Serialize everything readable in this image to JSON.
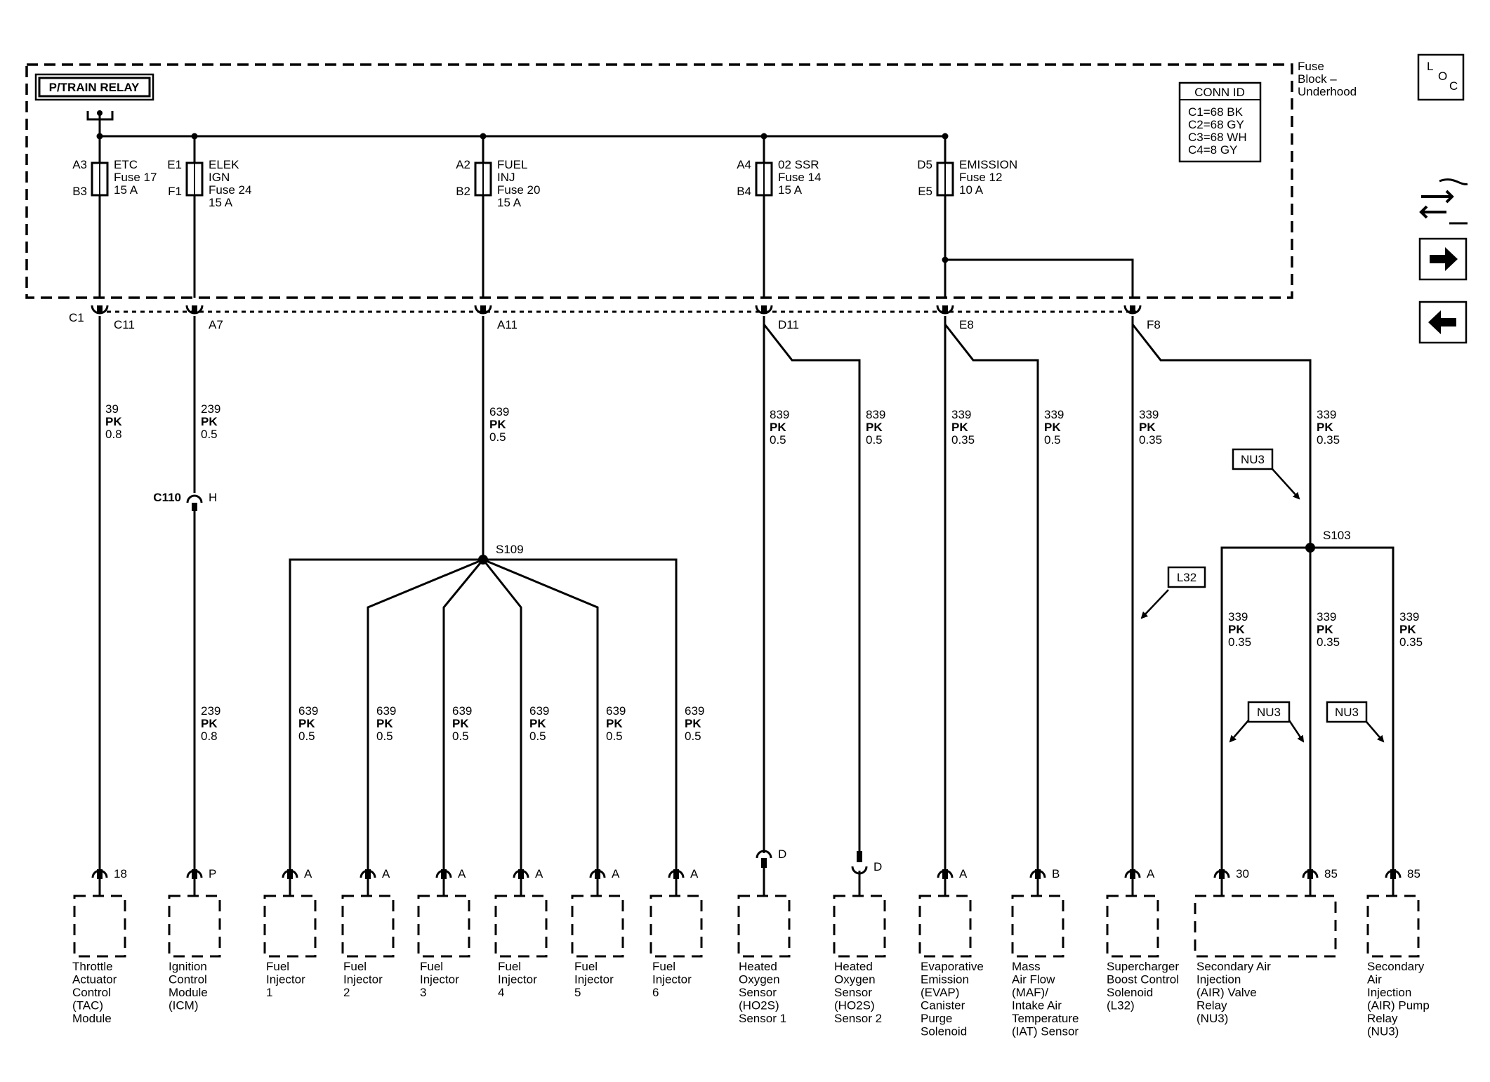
{
  "relay": {
    "label": "P/TRAIN RELAY"
  },
  "fuse_block": {
    "line1": "Fuse",
    "line2": "Block –",
    "line3": "Underhood"
  },
  "conn_id": {
    "title": "CONN ID",
    "rows": [
      "C1=68 BK",
      "C2=68 GY",
      "C3=68 WH",
      "C4=8 GY"
    ]
  },
  "loc_icon": {
    "letters": [
      "L",
      "O",
      "C"
    ]
  },
  "nav": {
    "icons": [
      "connector-swap-icon",
      "arrow-right-icon",
      "arrow-left-icon"
    ]
  },
  "fuses": [
    {
      "pin_top": "A3",
      "pin_bot": "B3",
      "name1": "ETC",
      "name2": "Fuse 17",
      "name3": "15 A"
    },
    {
      "pin_top": "E1",
      "pin_bot": "F1",
      "name1": "ELEK",
      "name2": "IGN",
      "name3": "Fuse 24",
      "name4": "15 A"
    },
    {
      "pin_top": "A2",
      "pin_bot": "B2",
      "name1": "FUEL",
      "name2": "INJ",
      "name3": "Fuse 20",
      "name4": "15 A"
    },
    {
      "pin_top": "A4",
      "pin_bot": "B4",
      "name1": "02 SSR",
      "name2": "Fuse 14",
      "name3": "15 A"
    },
    {
      "pin_top": "D5",
      "pin_bot": "E5",
      "name1": "EMISSION",
      "name2": "Fuse 12",
      "name3": "10 A"
    }
  ],
  "c1_label": "C1",
  "c1_pins": [
    "C11",
    "A7",
    "A11",
    "D11",
    "E8",
    "F8"
  ],
  "wires_top": [
    [
      "39",
      "PK",
      "0.8"
    ],
    [
      "239",
      "PK",
      "0.5"
    ],
    [
      "639",
      "PK",
      "0.5"
    ],
    [
      "839",
      "PK",
      "0.5"
    ],
    [
      "839",
      "PK",
      "0.5"
    ],
    [
      "339",
      "PK",
      "0.35"
    ],
    [
      "339",
      "PK",
      "0.5"
    ],
    [
      "339",
      "PK",
      "0.35"
    ],
    [
      "339",
      "PK",
      "0.35"
    ]
  ],
  "c110": {
    "name": "C110",
    "pin": "H"
  },
  "wire_icm": [
    "239",
    "PK",
    "0.8"
  ],
  "splices": {
    "s109": "S109",
    "s103": "S103"
  },
  "injector_wires": [
    [
      "639",
      "PK",
      "0.5"
    ],
    [
      "639",
      "PK",
      "0.5"
    ],
    [
      "639",
      "PK",
      "0.5"
    ],
    [
      "639",
      "PK",
      "0.5"
    ],
    [
      "639",
      "PK",
      "0.5"
    ],
    [
      "639",
      "PK",
      "0.5"
    ]
  ],
  "air_wires": [
    [
      "339",
      "PK",
      "0.35"
    ],
    [
      "339",
      "PK",
      "0.35"
    ],
    [
      "339",
      "PK",
      "0.35"
    ]
  ],
  "options": {
    "nu3_a": "NU3",
    "l32": "L32",
    "nu3_b": "NU3",
    "nu3_c": "NU3"
  },
  "pins_bottom": [
    "18",
    "P",
    "A",
    "A",
    "A",
    "A",
    "A",
    "A",
    "D",
    "D",
    "A",
    "B",
    "A",
    "30",
    "85",
    "85"
  ],
  "components": [
    [
      "Throttle",
      "Actuator",
      "Control",
      "(TAC)",
      "Module"
    ],
    [
      "Ignition",
      "Control",
      "Module",
      "(ICM)"
    ],
    [
      "Fuel",
      "Injector",
      "1"
    ],
    [
      "Fuel",
      "Injector",
      "2"
    ],
    [
      "Fuel",
      "Injector",
      "3"
    ],
    [
      "Fuel",
      "Injector",
      "4"
    ],
    [
      "Fuel",
      "Injector",
      "5"
    ],
    [
      "Fuel",
      "Injector",
      "6"
    ],
    [
      "Heated",
      "Oxygen",
      "Sensor",
      "(HO2S)",
      "Sensor 1"
    ],
    [
      "Heated",
      "Oxygen",
      "Sensor",
      "(HO2S)",
      "Sensor 2"
    ],
    [
      "Evaporative",
      "Emission",
      "(EVAP)",
      "Canister",
      "Purge",
      "Solenoid"
    ],
    [
      "Mass",
      "Air Flow",
      "(MAF)/",
      "Intake Air",
      "Temperature",
      "(IAT) Sensor"
    ],
    [
      "Supercharger",
      "Boost Control",
      "Solenoid",
      "(L32)"
    ],
    [
      "Secondary Air",
      "Injection",
      "(AIR) Valve",
      "Relay",
      "(NU3)"
    ],
    [
      "Secondary",
      "Air",
      "Injection",
      "(AIR) Pump",
      "Relay",
      "(NU3)"
    ]
  ]
}
